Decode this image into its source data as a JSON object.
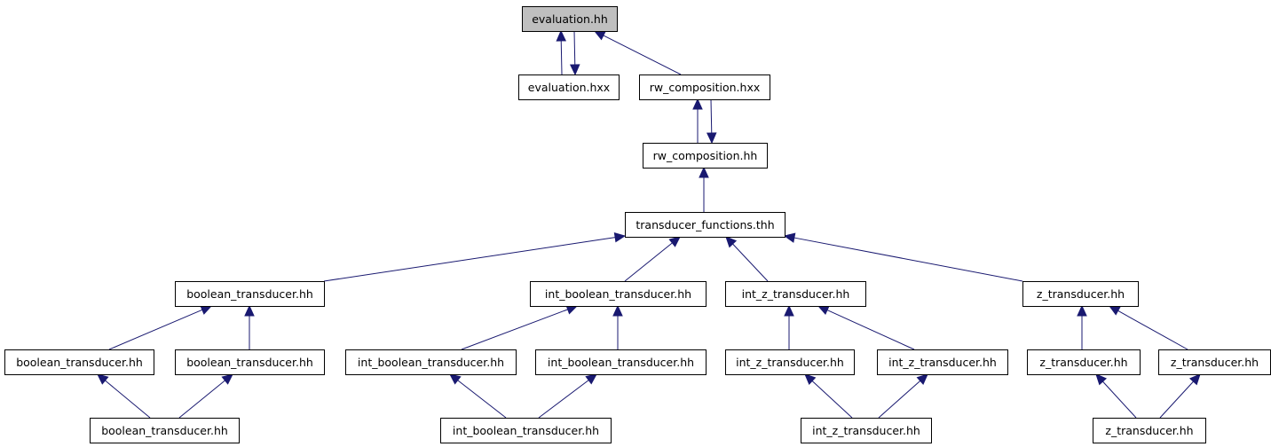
{
  "nodes": [
    {
      "id": "evaluation_hh",
      "label": "evaluation.hh",
      "highlighted": true
    },
    {
      "id": "evaluation_hxx",
      "label": "evaluation.hxx"
    },
    {
      "id": "rw_composition_hxx",
      "label": "rw_composition.hxx"
    },
    {
      "id": "rw_composition_hh",
      "label": "rw_composition.hh"
    },
    {
      "id": "transducer_functions_thh",
      "label": "transducer_functions.thh"
    },
    {
      "id": "b2",
      "label": "boolean_transducer.hh"
    },
    {
      "id": "ib2",
      "label": "int_boolean_transducer.hh"
    },
    {
      "id": "iz2",
      "label": "int_z_transducer.hh"
    },
    {
      "id": "z2",
      "label": "z_transducer.hh"
    },
    {
      "id": "b3a",
      "label": "boolean_transducer.hh"
    },
    {
      "id": "b3b",
      "label": "boolean_transducer.hh"
    },
    {
      "id": "ib3a",
      "label": "int_boolean_transducer.hh"
    },
    {
      "id": "ib3b",
      "label": "int_boolean_transducer.hh"
    },
    {
      "id": "iz3a",
      "label": "int_z_transducer.hh"
    },
    {
      "id": "iz3b",
      "label": "int_z_transducer.hh"
    },
    {
      "id": "z3a",
      "label": "z_transducer.hh"
    },
    {
      "id": "z3b",
      "label": "z_transducer.hh"
    },
    {
      "id": "b4",
      "label": "boolean_transducer.hh"
    },
    {
      "id": "ib4",
      "label": "int_boolean_transducer.hh"
    },
    {
      "id": "iz4",
      "label": "int_z_transducer.hh"
    },
    {
      "id": "z4",
      "label": "z_transducer.hh"
    }
  ],
  "edges": [
    [
      "evaluation_hxx",
      "evaluation_hh"
    ],
    [
      "evaluation_hh",
      "evaluation_hxx"
    ],
    [
      "rw_composition_hxx",
      "evaluation_hh"
    ],
    [
      "rw_composition_hh",
      "rw_composition_hxx"
    ],
    [
      "rw_composition_hxx",
      "rw_composition_hh"
    ],
    [
      "transducer_functions_thh",
      "rw_composition_hh"
    ],
    [
      "b2",
      "transducer_functions_thh"
    ],
    [
      "ib2",
      "transducer_functions_thh"
    ],
    [
      "iz2",
      "transducer_functions_thh"
    ],
    [
      "z2",
      "transducer_functions_thh"
    ],
    [
      "b3a",
      "b2"
    ],
    [
      "b3b",
      "b2"
    ],
    [
      "ib3a",
      "ib2"
    ],
    [
      "ib3b",
      "ib2"
    ],
    [
      "iz3a",
      "iz2"
    ],
    [
      "iz3b",
      "iz2"
    ],
    [
      "z3a",
      "z2"
    ],
    [
      "z3b",
      "z2"
    ],
    [
      "b4",
      "b3a"
    ],
    [
      "b4",
      "b3b"
    ],
    [
      "ib4",
      "ib3a"
    ],
    [
      "ib4",
      "ib3b"
    ],
    [
      "iz4",
      "iz3a"
    ],
    [
      "iz4",
      "iz3b"
    ],
    [
      "z4",
      "z3a"
    ],
    [
      "z4",
      "z3b"
    ]
  ],
  "colors": {
    "edge": "#191970",
    "root_fill": "#bfbfbf"
  }
}
